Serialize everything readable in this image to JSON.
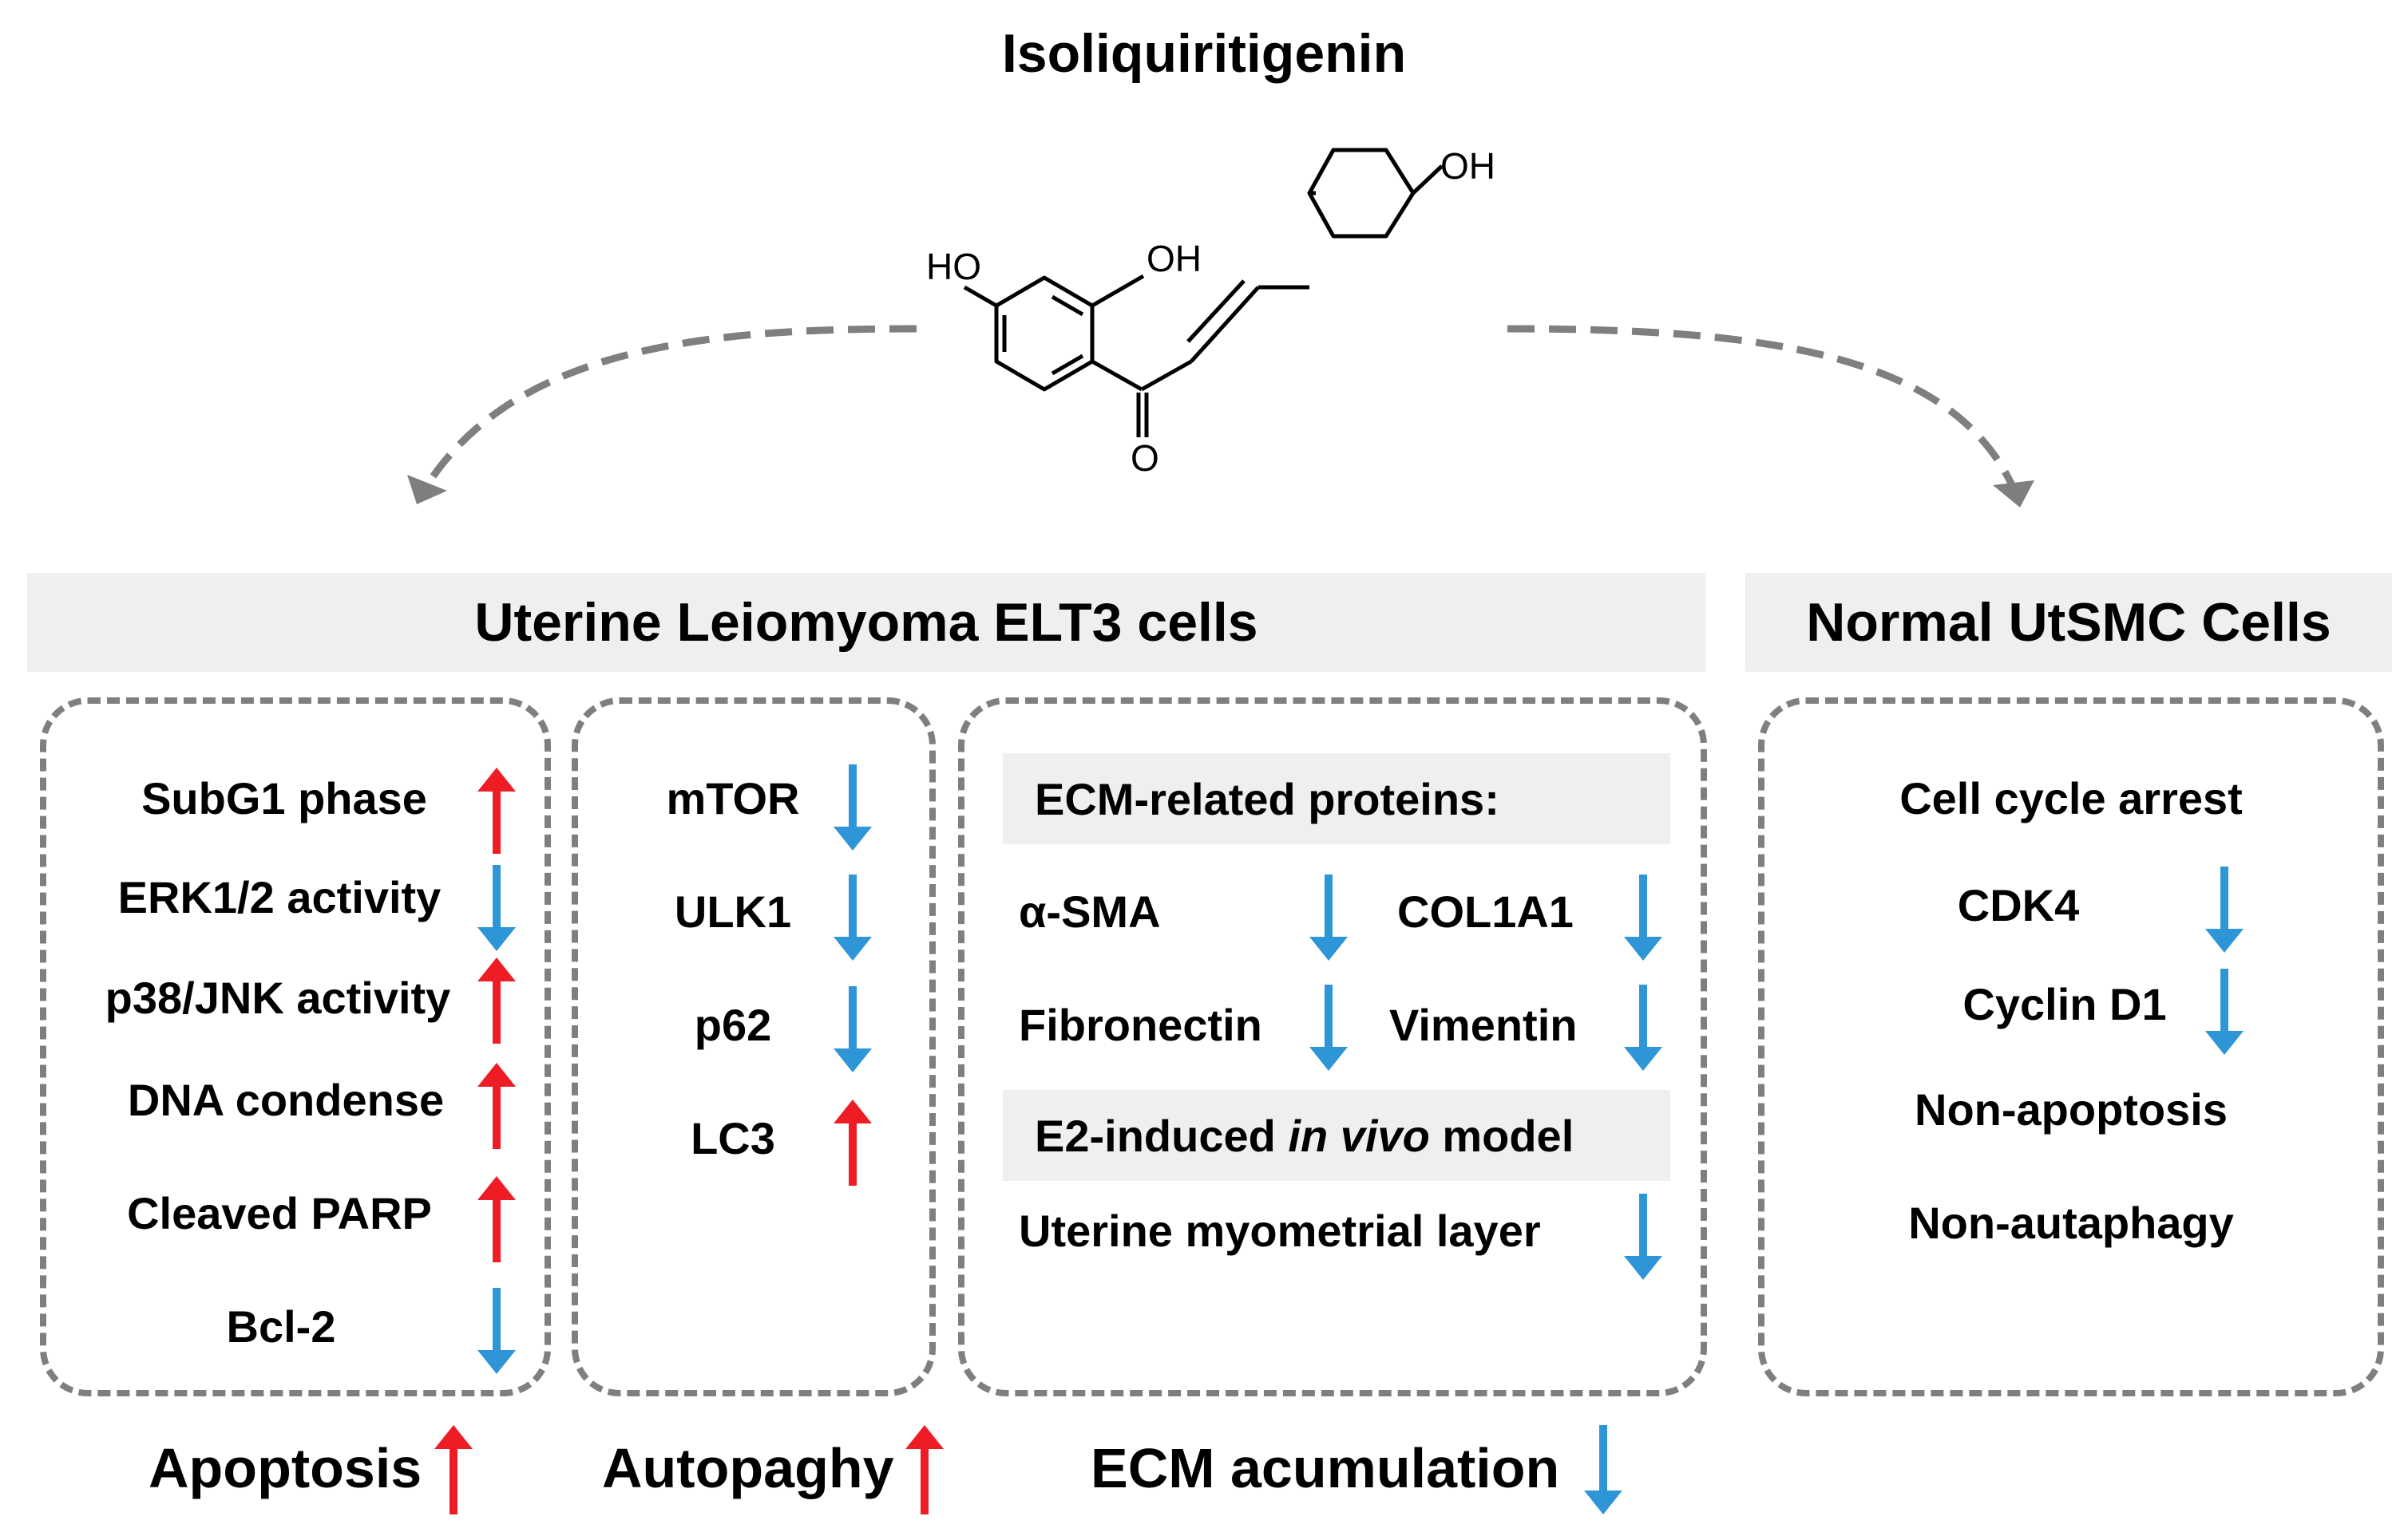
{
  "title": "Isoliquiritigenin",
  "molecule": {
    "labels": [
      "HO",
      "OH",
      "OH",
      "O"
    ]
  },
  "colors": {
    "up": "#ee1c24",
    "down": "#2e96d6",
    "dashed": "#7f7f7f",
    "banner": "#efefef"
  },
  "banners": {
    "elt3": "Uterine Leiomyoma ELT3 cells",
    "normal": "Normal UtSMC Cells"
  },
  "apoptosis_box": {
    "items": [
      {
        "label": "SubG1 phase",
        "dir": "up"
      },
      {
        "label": "ERK1/2 activity",
        "dir": "down"
      },
      {
        "label": "p38/JNK activity",
        "dir": "up"
      },
      {
        "label": "DNA condense",
        "dir": "up"
      },
      {
        "label": "Cleaved PARP",
        "dir": "up"
      },
      {
        "label": "Bcl-2",
        "dir": "down"
      }
    ]
  },
  "autophagy_box": {
    "items": [
      {
        "label": "mTOR",
        "dir": "down"
      },
      {
        "label": "ULK1",
        "dir": "down"
      },
      {
        "label": "p62",
        "dir": "down"
      },
      {
        "label": "LC3",
        "dir": "up"
      }
    ]
  },
  "ecm_box": {
    "header": "ECM-related proteins:",
    "proteins": [
      {
        "label": "α-SMA",
        "dir": "down"
      },
      {
        "label": "COL1A1",
        "dir": "down"
      },
      {
        "label": "Fibronectin",
        "dir": "down"
      },
      {
        "label": "Vimentin",
        "dir": "down"
      }
    ],
    "model_header": {
      "pre": "E2-induced ",
      "em": "in vivo",
      "post": " model"
    },
    "model_item": {
      "label": "Uterine myometrial layer",
      "dir": "down"
    }
  },
  "normal_box": {
    "items": [
      {
        "label": "Cell cycle arrest"
      },
      {
        "label": "CDK4",
        "dir": "down"
      },
      {
        "label": "Cyclin D1",
        "dir": "down"
      },
      {
        "label": "Non-apoptosis"
      },
      {
        "label": "Non-autaphagy"
      }
    ]
  },
  "outcomes": [
    {
      "label": "Apoptosis",
      "dir": "up"
    },
    {
      "label": "Autopaghy",
      "dir": "up"
    },
    {
      "label": "ECM acumulation",
      "dir": "down"
    }
  ]
}
